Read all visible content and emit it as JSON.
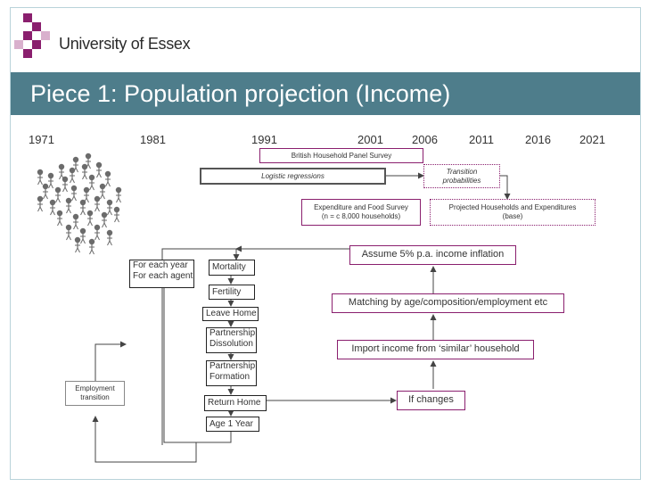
{
  "header": {
    "logo_text": "University of Essex",
    "title": "Piece 1: Population projection (Income)",
    "brand_colors": {
      "title_bar": "#4e7d8b",
      "accent": "#8a1f6e"
    }
  },
  "timeline": [
    "1971",
    "1981",
    "1991",
    "2001",
    "2006",
    "2011",
    "2016",
    "2021"
  ],
  "boxes": {
    "bhps": "British Household Panel Survey",
    "logistic": "Logistic regressions",
    "transition_line1": "Transition",
    "transition_line2": "probabilities",
    "efs_line1": "Expenditure and Food Survey",
    "efs_line2": "(n = c 8,000 households)",
    "projected_line1": "Projected Households and Expenditures",
    "projected_line2": "(base)",
    "inflation": "Assume 5% p.a. income inflation",
    "matching": "Matching by age/composition/employment etc",
    "import": "Import income from ‘similar’ household",
    "if_changes": "If changes",
    "for_each_line1": "For each year",
    "for_each_line2": "For each agent",
    "employment_line1": "Employment",
    "employment_line2": "transition"
  },
  "steps": [
    {
      "line1": "Mortality",
      "line2": ""
    },
    {
      "line1": "Fertility",
      "line2": ""
    },
    {
      "line1": "Leave Home",
      "line2": ""
    },
    {
      "line1": "Partnership",
      "line2": "Dissolution"
    },
    {
      "line1": "Partnership",
      "line2": "Formation"
    },
    {
      "line1": "Return Home",
      "line2": ""
    },
    {
      "line1": "Age 1 Year",
      "line2": ""
    }
  ]
}
